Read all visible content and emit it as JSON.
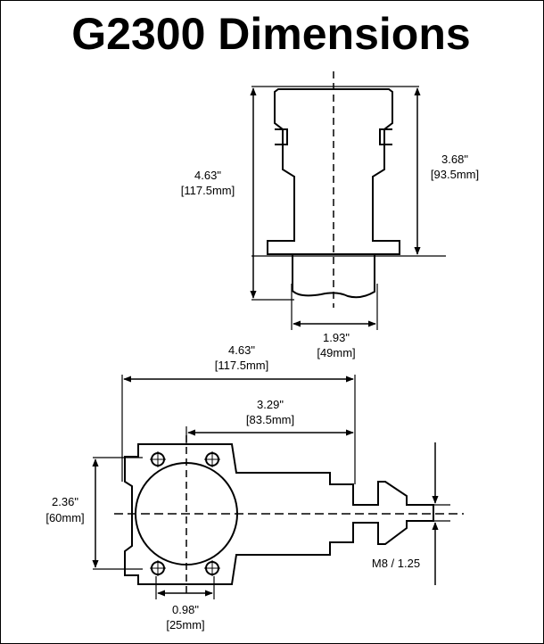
{
  "title": "G2300 Dimensions",
  "top_view": {
    "height_total_in": "4.63\"",
    "height_total_mm": "[117.5mm]",
    "height_body_in": "3.68\"",
    "height_body_mm": "[93.5mm]",
    "width_in": "1.93\"",
    "width_mm": "[49mm]"
  },
  "side_view": {
    "length_total_in": "4.63\"",
    "length_total_mm": "[117.5mm]",
    "length_mount_in": "3.29\"",
    "length_mount_mm": "[83.5mm]",
    "height_in": "2.36\"",
    "height_mm": "[60mm]",
    "hole_spacing_in": "0.98\"",
    "hole_spacing_mm": "[25mm]",
    "thread_label": "M8 / 1.25"
  }
}
